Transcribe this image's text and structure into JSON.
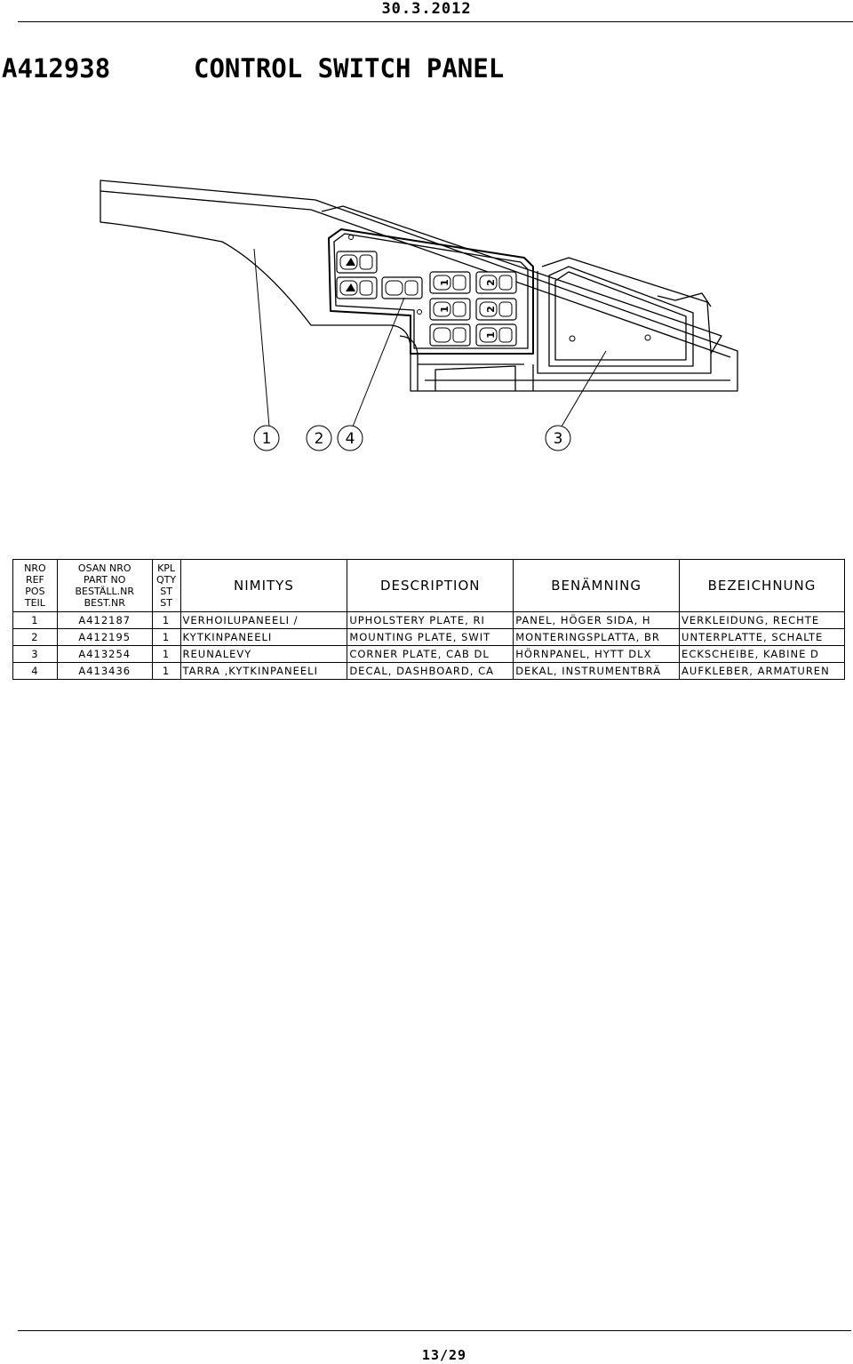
{
  "header": {
    "date": "30.3.2012"
  },
  "title": {
    "part_code": "A412938",
    "name": "CONTROL SWITCH PANEL"
  },
  "callouts": [
    "1",
    "2",
    "4",
    "3"
  ],
  "switch_marks": [
    "1",
    "2",
    "1",
    "2",
    "1"
  ],
  "parts_table": {
    "columns": [
      {
        "lines": [
          "NRO",
          "REF",
          "POS",
          "TEIL"
        ]
      },
      {
        "lines": [
          "OSAN NRO",
          "PART NO",
          "BESTÄLL.NR",
          "BEST.NR"
        ]
      },
      {
        "lines": [
          "KPL",
          "QTY",
          "ST",
          "ST"
        ]
      },
      {
        "lines": [
          "NIMITYS"
        ]
      },
      {
        "lines": [
          "DESCRIPTION"
        ]
      },
      {
        "lines": [
          "BENÄMNING"
        ]
      },
      {
        "lines": [
          "BEZEICHNUNG"
        ]
      }
    ],
    "rows": [
      [
        "1",
        "A412187",
        "1",
        "VERHOILUPANEELI /",
        "UPHOLSTERY PLATE, RI",
        "PANEL, HÖGER SIDA, H",
        "VERKLEIDUNG, RECHTE"
      ],
      [
        "2",
        "A412195",
        "1",
        "KYTKINPANEELI",
        "MOUNTING PLATE, SWIT",
        "MONTERINGSPLATTA, BR",
        "UNTERPLATTE, SCHALTE"
      ],
      [
        "3",
        "A413254",
        "1",
        "REUNALEVY",
        "CORNER PLATE, CAB DL",
        "HÖRNPANEL, HYTT DLX",
        "ECKSCHEIBE, KABINE D"
      ],
      [
        "4",
        "A413436",
        "1",
        "TARRA ,KYTKINPANEELI",
        "DECAL, DASHBOARD, CA",
        "DEKAL, INSTRUMENTBRÄ",
        "AUFKLEBER, ARMATUREN"
      ]
    ]
  },
  "footer": {
    "page": "13/29"
  }
}
